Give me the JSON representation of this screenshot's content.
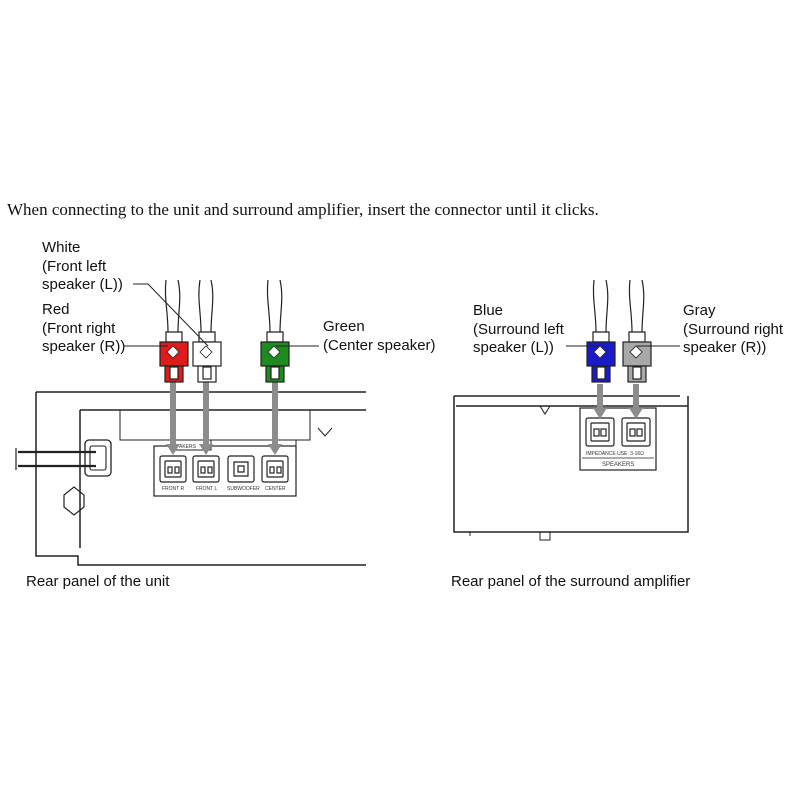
{
  "instruction": "When connecting to the unit and surround amplifier, insert the connector until it clicks.",
  "unit_panel": {
    "labels": {
      "white": [
        "White",
        "(Front left",
        "speaker (L))"
      ],
      "red": [
        "Red",
        "(Front right",
        "speaker (R))"
      ],
      "green": [
        "Green",
        "(Center speaker)"
      ]
    },
    "jack_labels": [
      "FRONT R",
      "FRONT L",
      "SUBWOOFER",
      "CENTER"
    ],
    "section_label": "AKERS",
    "caption": "Rear panel of the unit"
  },
  "amp_panel": {
    "labels": {
      "blue": [
        "Blue",
        "(Surround left",
        "speaker (L))"
      ],
      "gray": [
        "Gray",
        "(Surround right",
        "speaker (R))"
      ]
    },
    "impedance_text": "IMPEDANCE USE: 3-16Ω",
    "section_label": "SPEAKERS",
    "caption": "Rear panel of the surround amplifier"
  },
  "colors": {
    "red": "#e01b1b",
    "white": "#ffffff",
    "green": "#1f8a1f",
    "blue": "#1a1ac8",
    "gray": "#a8a8a8",
    "arrow": "#8c8c8c",
    "outline": "#222222"
  }
}
